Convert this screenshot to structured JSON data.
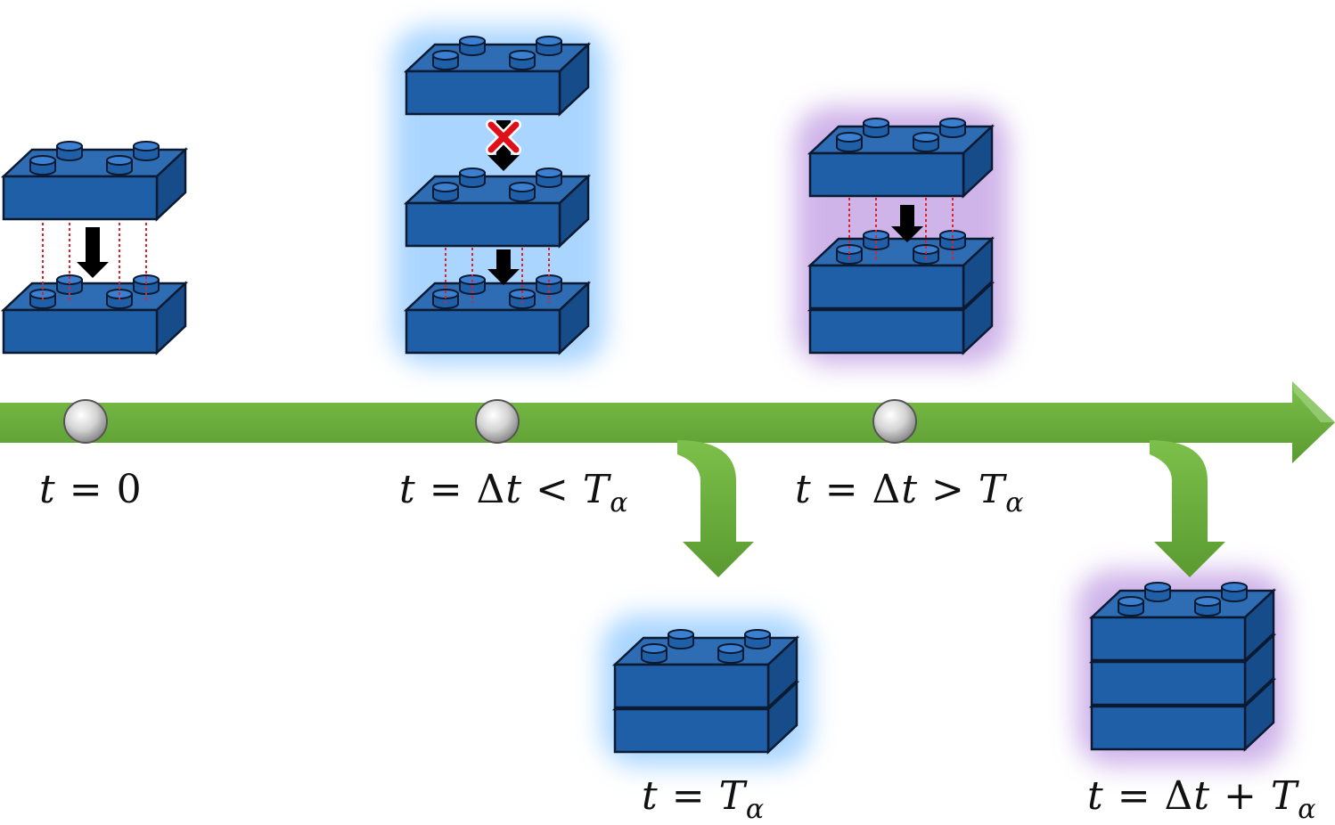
{
  "colors": {
    "brick_top": "#2e6db4",
    "brick_front": "#1f5fa8",
    "brick_side": "#174c8a",
    "brick_outline": "#0b1a30",
    "arrow_green": "#6aae3c",
    "glow_blue": "#8ec8ff",
    "glow_purple": "#c7a7e6",
    "connector_red": "#e0202a",
    "marker_gray": "#d0d0d0"
  },
  "icons": {
    "timeline": "green-arrow-icon",
    "branch": "green-bend-arrow-icon",
    "marker": "gray-sphere-icon",
    "brick": "lego-brick-icon",
    "blocked": "red-x-icon",
    "push": "black-down-arrow-icon"
  },
  "labels": {
    "t0": {
      "var": "t",
      "rel": "=",
      "rhs": "0",
      "sub": ""
    },
    "dt_less": {
      "var": "t",
      "rel": "= Δ",
      "mid": "t",
      "op": "<",
      "rhs": "T",
      "sub": "α"
    },
    "dt_greater": {
      "var": "t",
      "rel": "= Δ",
      "mid": "t",
      "op": ">",
      "rhs": "T",
      "sub": "α"
    },
    "t_alpha": {
      "var": "t",
      "rel": "=",
      "rhs": "T",
      "sub": "α"
    },
    "dt_plus": {
      "var": "t",
      "rel": "= Δ",
      "mid": "t",
      "op": "+",
      "rhs": "T",
      "sub": "α"
    }
  }
}
